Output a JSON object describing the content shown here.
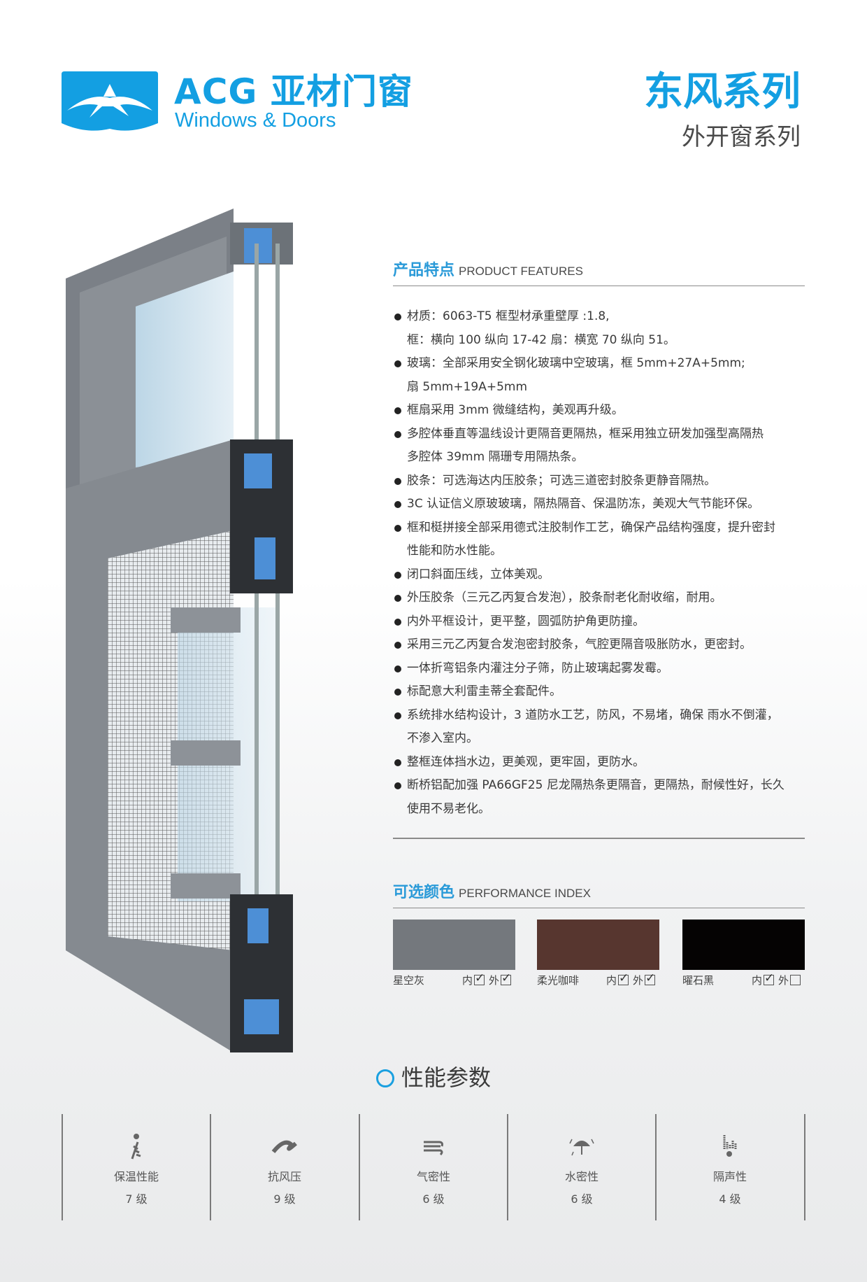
{
  "brand": {
    "name": "ACG 亚材门窗",
    "subtitle": "Windows & Doors",
    "color": "#139fe2"
  },
  "series": {
    "title": "东风系列",
    "subtitle": "外开窗系列"
  },
  "features": {
    "heading_cn": "产品特点",
    "heading_en": "PRODUCT FEATURES",
    "items": [
      "材质：6063-T5 框型材承重壁厚 :1.8,\n框：横向 100 纵向 17-42 扇：横宽 70 纵向 51。",
      "玻璃：全部采用安全钢化玻璃中空玻璃，框 5mm+27A+5mm;\n扇 5mm+19A+5mm",
      "框扇采用 3mm 微缝结构，美观再升级。",
      "多腔体垂直等温线设计更隔音更隔热，框采用独立研发加强型高隔热\n多腔体 39mm 隔珊专用隔热条。",
      "胶条：可选海达内压胶条；可选三道密封胶条更静音隔热。",
      "3C 认证信义原玻玻璃，隔热隔音、保温防冻，美观大气节能环保。",
      "框和梃拼接全部采用德式注胶制作工艺，确保产品结构强度，提升密封\n性能和防水性能。",
      "闭口斜面压线，立体美观。",
      "外压胶条（三元乙丙复合发泡），胶条耐老化耐收缩，耐用。",
      "内外平框设计，更平整，圆弧防护角更防撞。",
      "采用三元乙丙复合发泡密封胶条，气腔更隔音吸胀防水，更密封。",
      "一体折弯铝条内灌注分子筛，防止玻璃起雾发霉。",
      "标配意大利雷圭蒂全套配件。",
      "系统排水结构设计，3 道防水工艺，防风，不易堵，确保 雨水不倒灌，\n不渗入室内。",
      "整框连体挡水边，更美观，更牢固，更防水。",
      "断桥铝配加强 PA66GF25 尼龙隔热条更隔音，更隔热，耐候性好，长久\n使用不易老化。"
    ]
  },
  "colors": {
    "heading_cn": "可选颜色",
    "heading_en": "PERFORMANCE INDEX",
    "inner_label": "内",
    "outer_label": "外",
    "options": [
      {
        "name": "星空灰",
        "hex": "#74787d",
        "inner": true,
        "outer": true
      },
      {
        "name": "柔光咖啡",
        "hex": "#57362f",
        "inner": true,
        "outer": true
      },
      {
        "name": "曜石黑",
        "hex": "#050303",
        "inner": true,
        "outer": false
      }
    ]
  },
  "performance": {
    "title": "性能参数",
    "items": [
      {
        "label": "保温性能",
        "value": "7 级",
        "icon": "thermal-icon"
      },
      {
        "label": "抗风压",
        "value": "9 级",
        "icon": "wind-pressure-icon"
      },
      {
        "label": "气密性",
        "value": "6 级",
        "icon": "airtight-icon"
      },
      {
        "label": "水密性",
        "value": "6 级",
        "icon": "umbrella-icon"
      },
      {
        "label": "隔声性",
        "value": "4 级",
        "icon": "sound-icon"
      }
    ]
  }
}
